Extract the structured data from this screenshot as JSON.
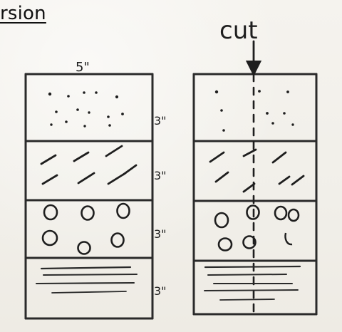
{
  "title_fragment": "rsion",
  "width_label": "5\"",
  "layer_height_labels": [
    "3\"",
    "3\"",
    "3\"",
    "3\""
  ],
  "cut_label": "cut",
  "ink_color": "#1e1e1e",
  "paper_color": "#f3f1ec"
}
